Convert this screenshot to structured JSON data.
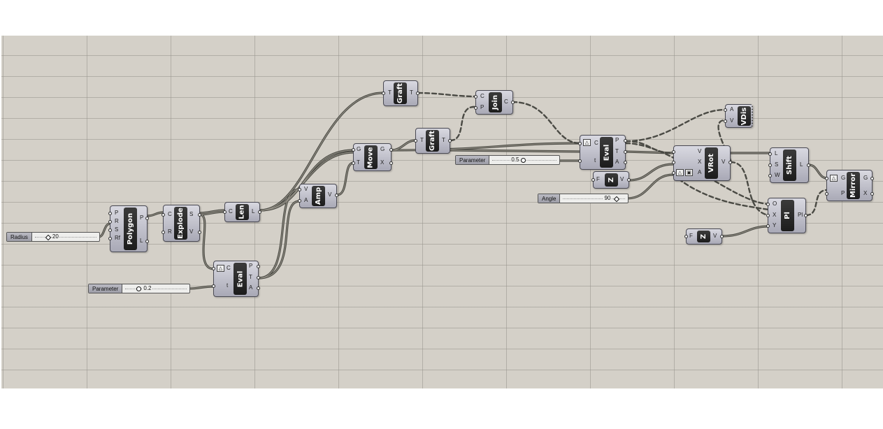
{
  "canvas": {
    "background": "#d4d0c8",
    "node_fill": "#b8b8c4",
    "wire_color": "#4a4a44"
  },
  "sliders": {
    "radius": {
      "label": "Radius",
      "value": "20"
    },
    "param1": {
      "label": "Parameter",
      "value": "0.2"
    },
    "param2": {
      "label": "Parameter",
      "value": "0.5"
    },
    "angle": {
      "label": "Angle",
      "value": "90"
    }
  },
  "nodes": {
    "polygon": {
      "title": "Polygon",
      "inputs": [
        "P",
        "R",
        "S",
        "Rf"
      ],
      "outputs": [
        "P",
        "L"
      ]
    },
    "explode": {
      "title": "Explode",
      "inputs": [
        "C",
        "R"
      ],
      "outputs": [
        "S",
        "V"
      ]
    },
    "len": {
      "title": "Len",
      "inputs": [
        "C"
      ],
      "outputs": [
        "L"
      ]
    },
    "eval1": {
      "title": "Eval",
      "inputs": [
        "C",
        "t"
      ],
      "outputs": [
        "P",
        "T",
        "A"
      ]
    },
    "amp": {
      "title": "Amp",
      "inputs": [
        "V",
        "A"
      ],
      "outputs": [
        "V"
      ]
    },
    "move": {
      "title": "Move",
      "inputs": [
        "G",
        "T"
      ],
      "outputs": [
        "G",
        "X"
      ]
    },
    "graft1": {
      "title": "Graft",
      "inputs": [
        "T"
      ],
      "outputs": [
        "T"
      ]
    },
    "graft2": {
      "title": "Graft",
      "inputs": [
        "T"
      ],
      "outputs": [
        "T"
      ]
    },
    "join": {
      "title": "Join",
      "inputs": [
        "C",
        "P"
      ],
      "outputs": [
        "C"
      ]
    },
    "eval2": {
      "title": "Eval",
      "inputs": [
        "C",
        "t"
      ],
      "outputs": [
        "P",
        "T",
        "A"
      ]
    },
    "z1": {
      "title": "Z",
      "inputs": [
        "F"
      ],
      "outputs": [
        "V"
      ]
    },
    "z2": {
      "title": "Z",
      "inputs": [
        "F"
      ],
      "outputs": [
        "V"
      ]
    },
    "vrot": {
      "title": "VRot",
      "inputs": [
        "V",
        "X",
        "A"
      ],
      "outputs": [
        "V"
      ]
    },
    "vdis": {
      "title": "VDis",
      "inputs": [
        "A",
        "V"
      ],
      "outputs": []
    },
    "shift": {
      "title": "Shift",
      "inputs": [
        "L",
        "S",
        "W"
      ],
      "outputs": [
        "L"
      ]
    },
    "pl": {
      "title": "Pl",
      "inputs": [
        "O",
        "X",
        "Y"
      ],
      "outputs": [
        "Pl"
      ]
    },
    "mirror": {
      "title": "Mirror",
      "inputs": [
        "G",
        "P"
      ],
      "outputs": [
        "G",
        "X"
      ]
    }
  }
}
